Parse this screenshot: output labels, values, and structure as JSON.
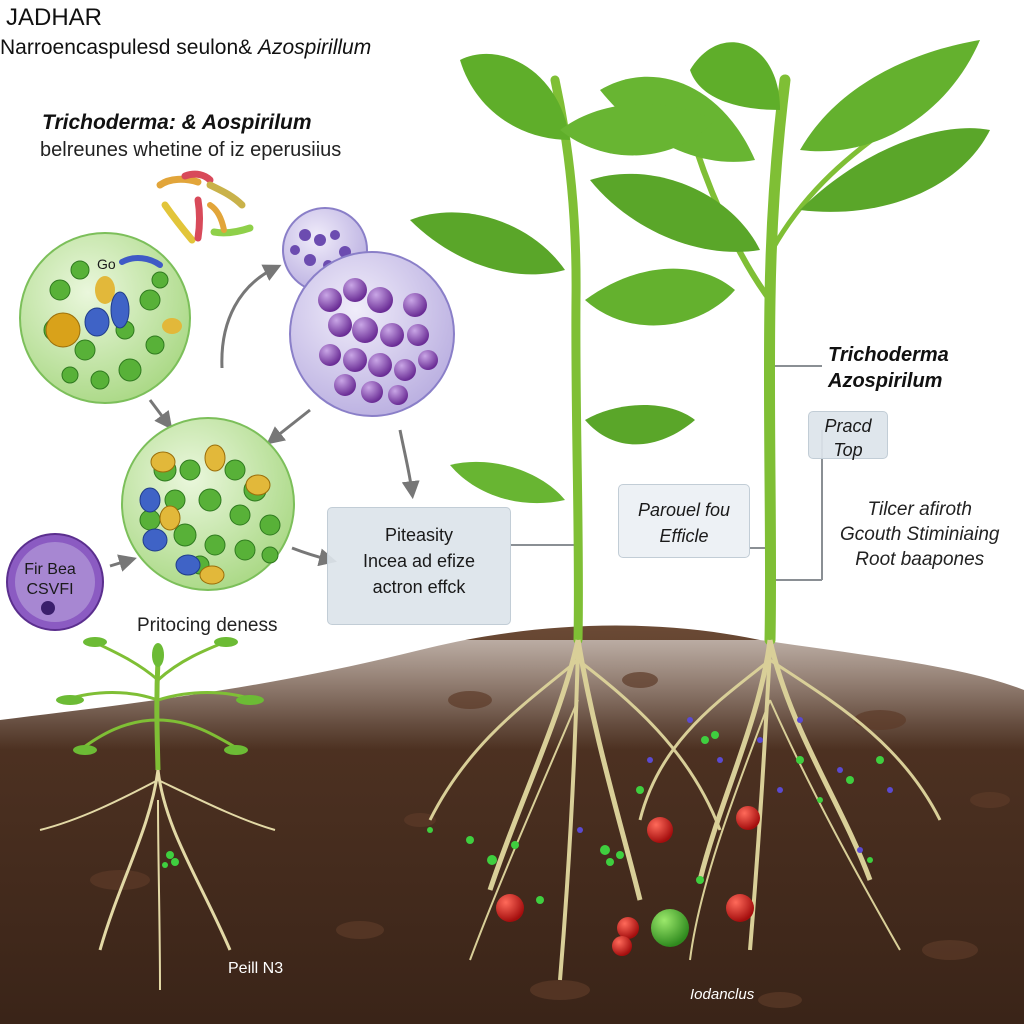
{
  "title": "JADHAR",
  "subtitle": {
    "main": "Narroencaspulesd seulon&",
    "italic": "Azospirillum"
  },
  "heading": {
    "line1": "Trichoderma: & Aospirilum",
    "line2": "belreunes whetine of iz eperusiius"
  },
  "circle_labels": {
    "purple_line1": "Fir Bea",
    "purple_line2": "CSVFI",
    "go": "Go"
  },
  "processing_label": "Pritocing deness",
  "center_box": {
    "line1": "Piteasity",
    "line2": "Incea ad efize",
    "line3": "actron effck"
  },
  "plant_box": {
    "line1": "Parouel fou",
    "line2": "Efficle"
  },
  "tag_box": {
    "line1": "Pracd",
    "line2": "Top"
  },
  "species_label": {
    "line1": "Trichoderma",
    "line2": "Azospirilum"
  },
  "growth_label": {
    "line1": "Tilcer afiroth",
    "line2": "Gcouth Stiminiaing",
    "line3": "Root baapones"
  },
  "seedling_label": "Peill N3",
  "soil_label": "Iodanclus",
  "colors": {
    "soil": "#4a2e1e",
    "leaf": "#5fae2a",
    "stem": "#7fbf35",
    "root": "#d9cf98",
    "microbe_green_circle": "#bfe3a0",
    "microbe_purple_circle": "#d6cdea",
    "purple_cell": "#7a3a9a",
    "red_nodule": "#c41818",
    "callout_box": "#dce4ea"
  }
}
